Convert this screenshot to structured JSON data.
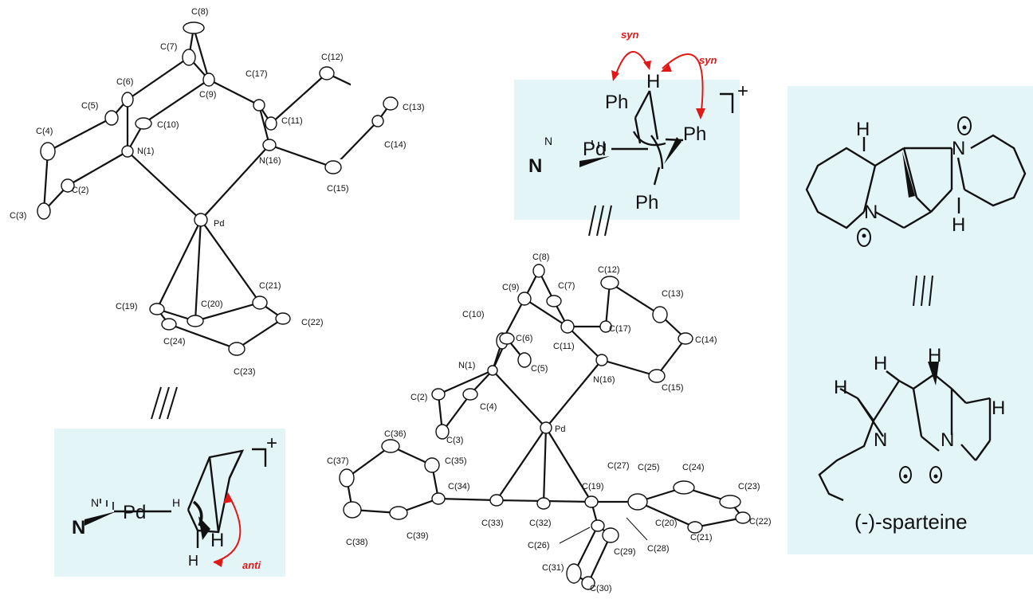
{
  "ortep_top": {
    "atoms": [
      "C(8)",
      "C(7)",
      "C(6)",
      "C(17)",
      "C(12)",
      "C(5)",
      "C(9)",
      "C(10)",
      "C(11)",
      "C(13)",
      "C(4)",
      "N(1)",
      "N(16)",
      "C(14)",
      "C(2)",
      "C(15)",
      "C(3)",
      "Pd",
      "C(21)",
      "C(19)",
      "C(20)",
      "C(22)",
      "C(24)",
      "C(23)"
    ]
  },
  "ortep_bottom": {
    "atoms": [
      "C(8)",
      "C(12)",
      "C(9)",
      "C(7)",
      "C(13)",
      "C(10)",
      "C(6)",
      "C(17)",
      "C(14)",
      "C(11)",
      "N(1)",
      "C(5)",
      "N(16)",
      "C(15)",
      "C(2)",
      "C(4)",
      "C(3)",
      "Pd",
      "C(36)",
      "C(35)",
      "C(27)",
      "C(25)",
      "C(24)",
      "C(37)",
      "C(34)",
      "C(19)",
      "C(23)",
      "C(33)",
      "C(32)",
      "C(20)",
      "C(22)",
      "C(38)",
      "C(39)",
      "C(26)",
      "C(28)",
      "C(21)",
      "C(29)",
      "C(31)",
      "C(30)"
    ]
  },
  "syn_panel": {
    "syn_label_1": "syn",
    "syn_label_2": "syn",
    "h": "H",
    "ph1": "Ph",
    "ph2": "Ph",
    "ph3": "Ph",
    "pd": "Pd",
    "n_small": "N",
    "n_bold": "N",
    "charge": "+"
  },
  "anti_panel": {
    "anti_label": "anti",
    "h_small": "H",
    "h_big": "H",
    "h_bottom": "H",
    "pd": "Pd",
    "n_small": "N",
    "n_bold": "N",
    "charge": "+"
  },
  "sparteine_panel": {
    "caption": "(-)-sparteine",
    "h_top_left": "H",
    "h_bottom_right": "H",
    "n_top": "N",
    "n_bottom": "N",
    "h_3d_1": "H",
    "h_3d_2": "H",
    "h_3d_3": "H",
    "h_3d_4": "H",
    "n_3d_1": "N",
    "n_3d_2": "N"
  },
  "equivalence_symbol": "≡",
  "colors": {
    "panel_bg": "#e4f5f8",
    "red_arrow": "#e01818",
    "ink": "#111111"
  }
}
